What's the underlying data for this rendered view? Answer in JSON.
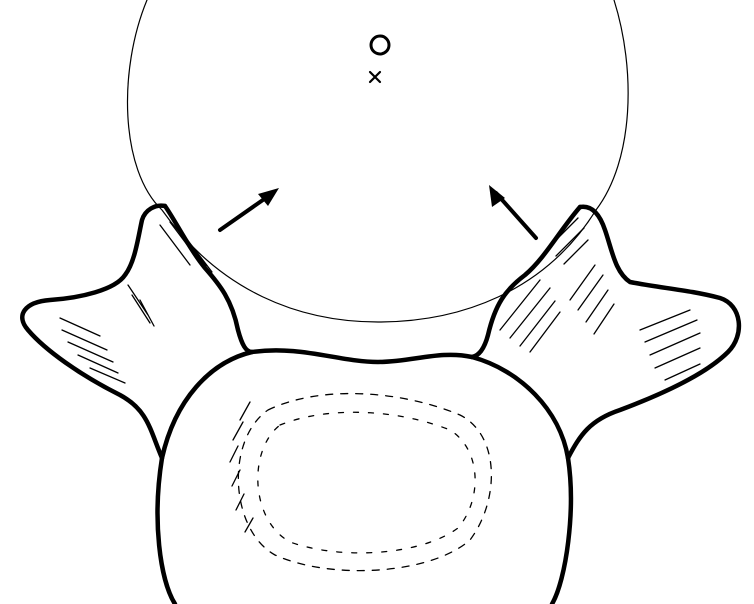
{
  "figure": {
    "colors": {
      "ink": "#000000",
      "background": "#ffffff"
    },
    "markers": [
      {
        "name": "center-circle-marker",
        "symbol": "O"
      },
      {
        "name": "cross-marker",
        "symbol": "x"
      }
    ],
    "arrows": [
      {
        "name": "left-arrow-icon",
        "direction": "up-right"
      },
      {
        "name": "right-arrow-icon",
        "direction": "up-left"
      }
    ]
  }
}
